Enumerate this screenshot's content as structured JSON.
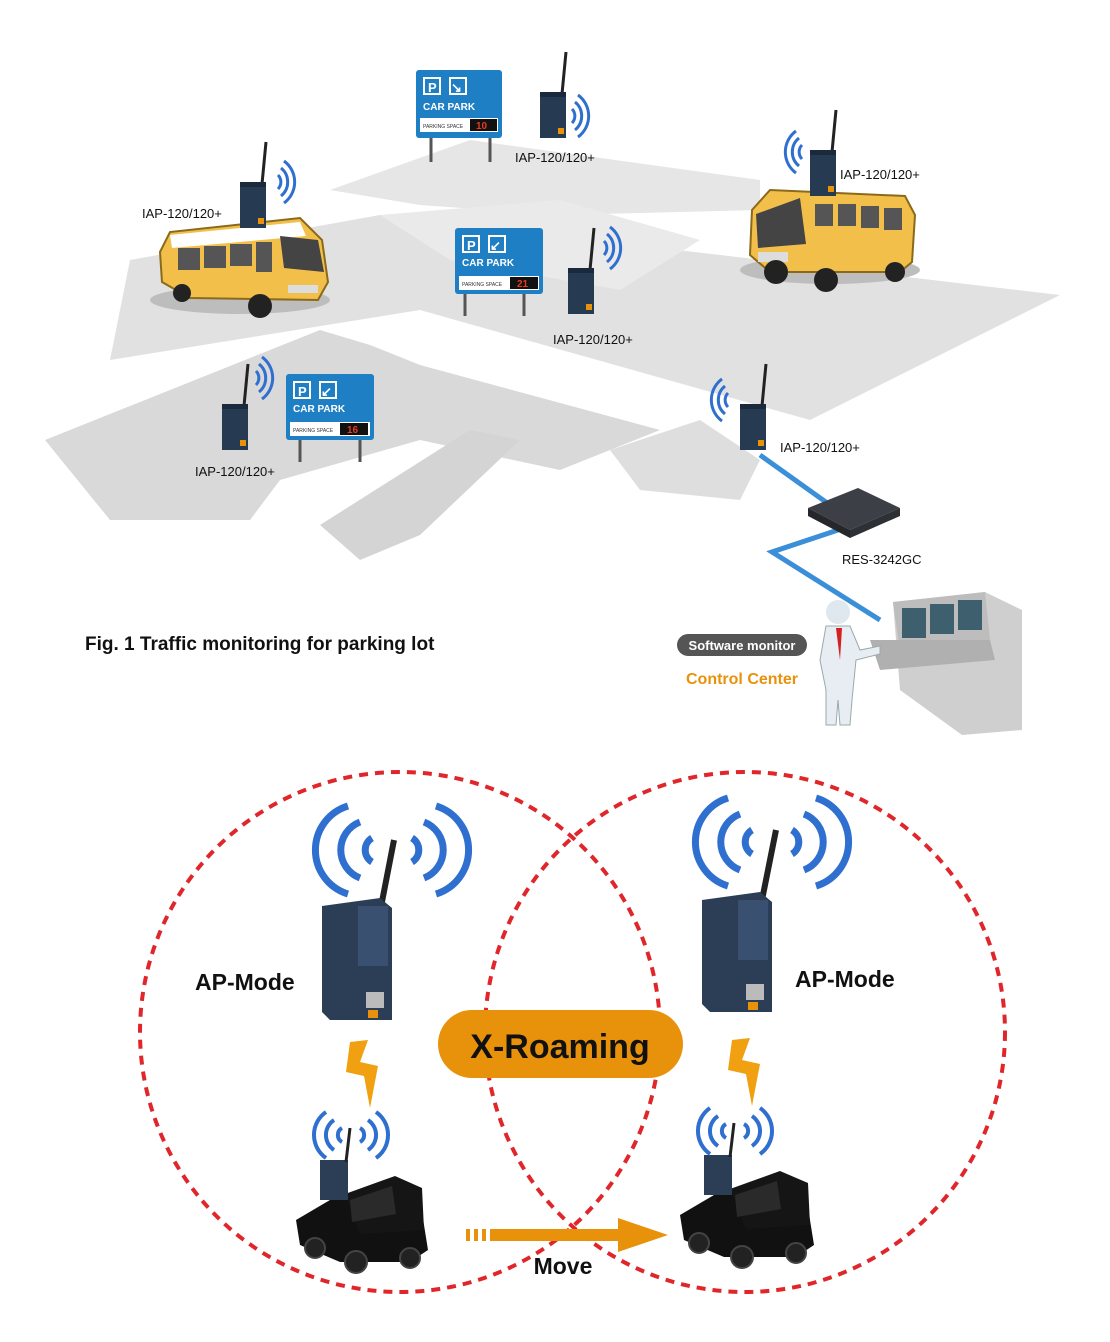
{
  "fig1": {
    "caption": "Fig. 1  Traffic monitoring for parking lot",
    "device_label": "IAP-120/120+",
    "switch_label": "RES-3242GC",
    "software_monitor": "Software monitor",
    "control_center": "Control Center",
    "signs": [
      {
        "title": "CAR PARK",
        "space_label": "PARKING SPACE",
        "space_count": "10",
        "arrow": "↘"
      },
      {
        "title": "CAR PARK",
        "space_label": "PARKING SPACE",
        "space_count": "21",
        "arrow": "↙"
      },
      {
        "title": "CAR PARK",
        "space_label": "PARKING SPACE",
        "space_count": "16",
        "arrow": "↙"
      }
    ],
    "sign_p": "P"
  },
  "fig2": {
    "mode_left": "AP-Mode",
    "mode_right": "AP-Mode",
    "roaming": "X-Roaming",
    "move": "Move"
  },
  "colors": {
    "sign_blue": "#1f7fc4",
    "link_blue": "#3a8fd8",
    "wifi_blue": "#2f6fd0",
    "bus_yellow": "#f2c04a",
    "accent_orange": "#e8920c",
    "circle_red": "#e0262a",
    "road_gray": "#e6e6e6"
  }
}
